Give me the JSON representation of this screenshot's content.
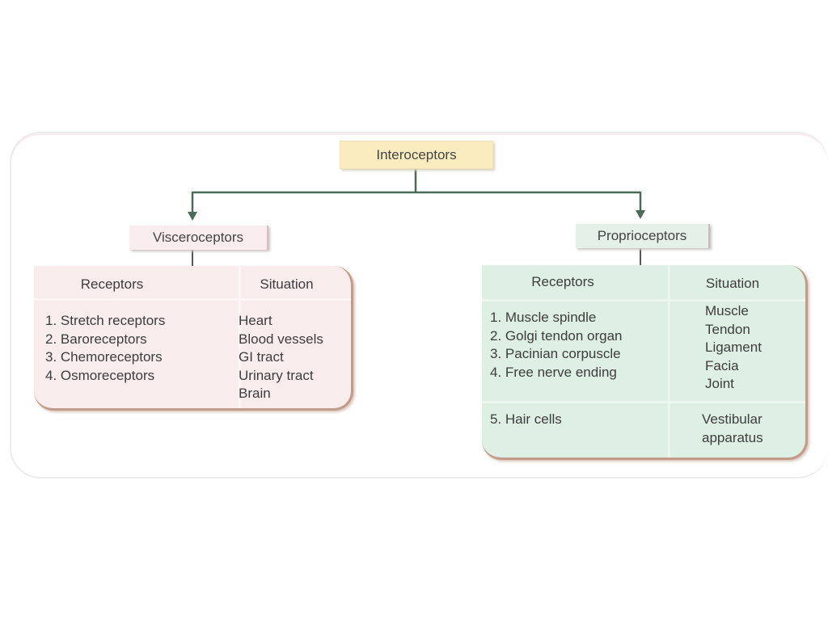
{
  "diagram": {
    "root": "Interoceptors",
    "branches": [
      {
        "label": "Visceroceptors",
        "headers": {
          "receptors": "Receptors",
          "situation": "Situation"
        },
        "groups": [
          {
            "receptors": [
              "1. Stretch receptors",
              "2. Baroreceptors",
              "3. Chemoreceptors",
              "4. Osmoreceptors"
            ],
            "situation": [
              "Heart",
              "Blood vessels",
              "GI tract",
              "Urinary tract",
              "Brain"
            ]
          }
        ]
      },
      {
        "label": "Proprioceptors",
        "headers": {
          "receptors": "Receptors",
          "situation": "Situation"
        },
        "groups": [
          {
            "receptors": [
              "1. Muscle spindle",
              "2. Golgi tendon organ",
              "3. Pacinian corpuscle",
              "4. Free nerve ending"
            ],
            "situation": [
              "Muscle",
              "Tendon",
              "Ligament",
              "Facia",
              "Joint"
            ]
          },
          {
            "receptors": [
              "5. Hair cells"
            ],
            "situation": [
              "Vestibular",
              "apparatus"
            ]
          }
        ]
      }
    ],
    "colors": {
      "root_fill": "#fbecc0",
      "visceroceptors_fill": "#f8eced",
      "proprioceptors_fill": "#deefe4",
      "connector": "#4a6b57",
      "table_border": "#c49a88"
    }
  }
}
